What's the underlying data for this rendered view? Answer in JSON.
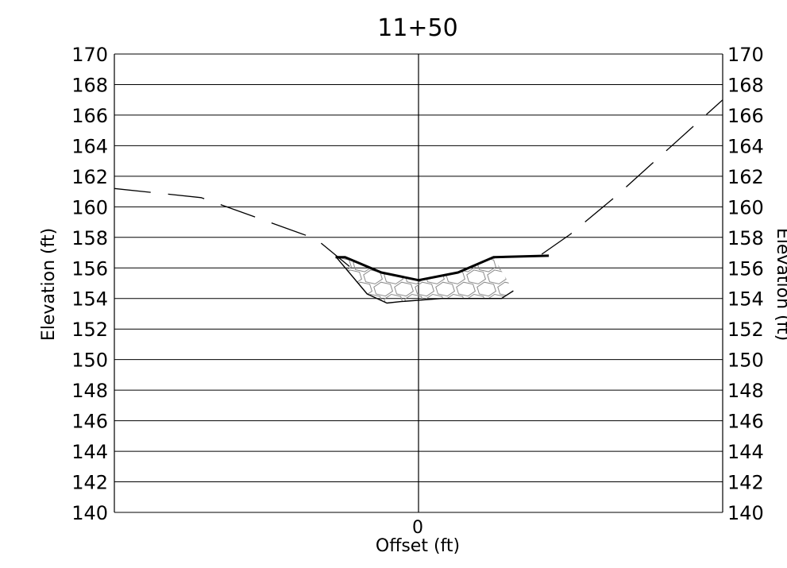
{
  "chart_data": {
    "type": "line",
    "title": "11+50",
    "xlabel": "Offset (ft)",
    "ylabel": "Elevation (ft)",
    "ylabel_right": "Elevation (ft)",
    "ylim": [
      140,
      170
    ],
    "ytick_step": 2,
    "x_tick_labels": [
      "0"
    ],
    "grid": true,
    "colors": {
      "ground": "#000000",
      "design": "#000000",
      "riprap": "#8a8a8a",
      "grid": "#000000"
    },
    "series": [
      {
        "id": "existing-ground",
        "style": "dashed",
        "points": [
          [
            -38.5,
            161.2
          ],
          [
            -27.5,
            160.6
          ],
          [
            -13,
            157.9
          ],
          [
            -8.5,
            156.0
          ],
          [
            -7.9,
            155.4
          ]
        ]
      },
      {
        "id": "existing-ground-right",
        "style": "dashed",
        "points": [
          [
            15.6,
            156.9
          ],
          [
            19.2,
            158.2
          ],
          [
            25,
            160.7
          ],
          [
            31,
            163.5
          ],
          [
            38.5,
            167.0
          ]
        ]
      },
      {
        "id": "design-surface",
        "style": "solid-bold",
        "points": [
          [
            -10.5,
            156.7
          ],
          [
            -9.3,
            156.7
          ],
          [
            -4.7,
            155.7
          ],
          [
            0,
            155.2
          ],
          [
            5,
            155.7
          ],
          [
            9.5,
            156.7
          ],
          [
            16.5,
            156.8
          ]
        ]
      },
      {
        "id": "riprap-bottom",
        "style": "solid",
        "points": [
          [
            -10.4,
            156.7
          ],
          [
            -6.5,
            154.3
          ],
          [
            -4.0,
            153.7
          ],
          [
            -2.2,
            153.8
          ],
          [
            0.4,
            153.9
          ],
          [
            3.0,
            154.0
          ],
          [
            6.5,
            154.0
          ],
          [
            10.5,
            154.0
          ],
          [
            12.0,
            154.5
          ]
        ]
      }
    ]
  }
}
